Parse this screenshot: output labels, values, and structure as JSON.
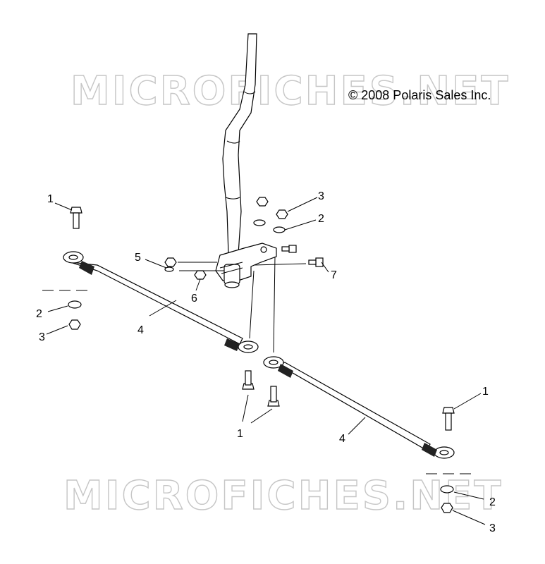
{
  "watermark": {
    "text": "MICROFICHES.NET"
  },
  "copyright": "© 2008 Polaris Sales Inc.",
  "callouts": [
    {
      "id": "c1",
      "label": "1"
    },
    {
      "id": "c2",
      "label": "1"
    },
    {
      "id": "c3",
      "label": "1"
    },
    {
      "id": "c4",
      "label": "2"
    },
    {
      "id": "c5",
      "label": "2"
    },
    {
      "id": "c6",
      "label": "2"
    },
    {
      "id": "c7",
      "label": "3"
    },
    {
      "id": "c8",
      "label": "3"
    },
    {
      "id": "c9",
      "label": "3"
    },
    {
      "id": "c10",
      "label": "4"
    },
    {
      "id": "c11",
      "label": "4"
    },
    {
      "id": "c12",
      "label": "5"
    },
    {
      "id": "c13",
      "label": "6"
    },
    {
      "id": "c14",
      "label": "7"
    }
  ]
}
